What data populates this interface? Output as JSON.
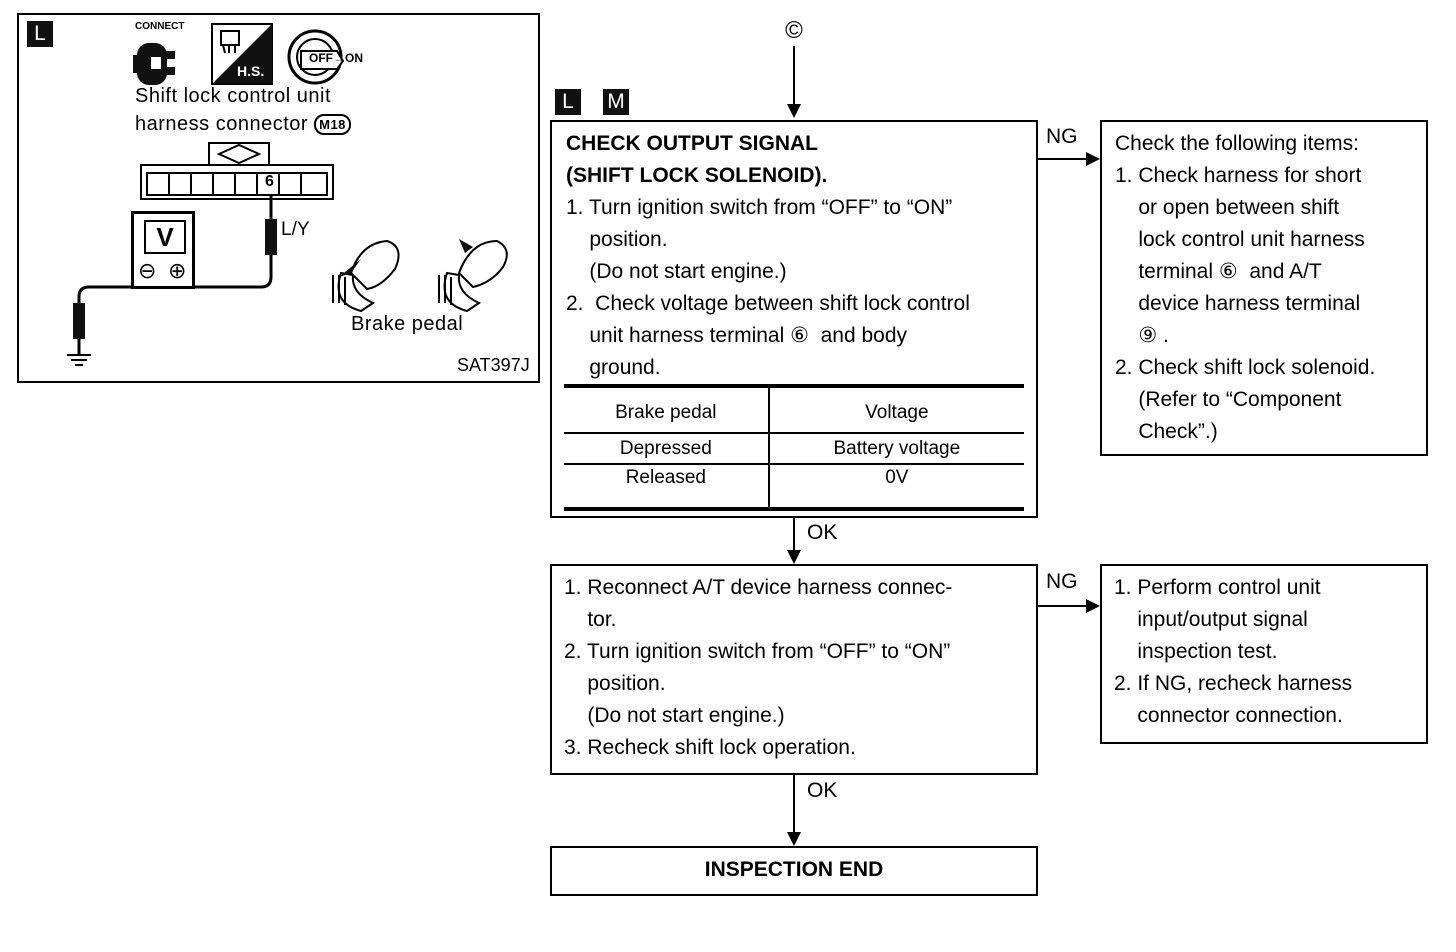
{
  "marker_c": "©",
  "badges": {
    "illustration": "L",
    "step1": [
      "L",
      "M"
    ]
  },
  "illustration": {
    "connect_label": "CONNECT",
    "hs_label": "H.S.",
    "key_label": "OFF→ON",
    "caption_line1": "Shift lock control unit",
    "caption_line2": "harness connector",
    "connector_id": "M18",
    "terminal_num": "6",
    "wire_label": "L/Y",
    "meter_label": "V",
    "meter_minus": "⊖",
    "meter_plus": "⊕",
    "pedal_label": "Brake pedal",
    "figure_code": "SAT397J"
  },
  "step1": {
    "title1": "CHECK OUTPUT SIGNAL",
    "title2": "(SHIFT LOCK SOLENOID).",
    "lines": [
      "1. Turn ignition switch from “OFF” to “ON”",
      "    position.",
      "    (Do not start engine.)",
      "2.  Check voltage between shift lock control",
      "    unit harness terminal ⑥  and body",
      "    ground."
    ],
    "table": {
      "headers": [
        "Brake pedal",
        "Voltage"
      ],
      "rows": [
        [
          "Depressed",
          "Battery voltage"
        ],
        [
          "Released",
          "0V"
        ]
      ]
    }
  },
  "ng1": {
    "label": "NG",
    "lines": [
      "Check the following items:",
      "1. Check harness for short",
      "    or open between shift",
      "    lock control unit harness",
      "    terminal ⑥  and A/T",
      "    device harness terminal",
      "    ⑨ .",
      "2. Check shift lock solenoid.",
      "    (Refer to “Component",
      "    Check”.)"
    ]
  },
  "ok1": "OK",
  "step2": {
    "lines": [
      "1. Reconnect A/T device harness connec-",
      "    tor.",
      "2. Turn ignition switch from “OFF” to “ON”",
      "    position.",
      "    (Do not start engine.)",
      "3. Recheck shift lock operation."
    ]
  },
  "ng2": {
    "label": "NG",
    "lines": [
      "1. Perform control unit",
      "    input/output signal",
      "    inspection test.",
      "2. If NG, recheck harness",
      "    connector connection."
    ]
  },
  "ok2": "OK",
  "end_label": "INSPECTION END"
}
